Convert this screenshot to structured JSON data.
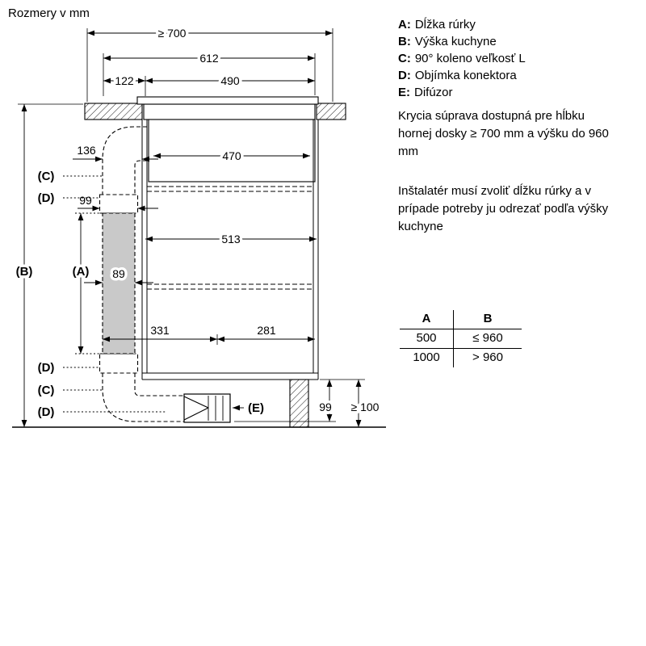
{
  "title": "Rozmery v mm",
  "legend": [
    {
      "key": "A:",
      "label": "Dĺžka rúrky"
    },
    {
      "key": "B:",
      "label": "Výška kuchyne"
    },
    {
      "key": "C:",
      "label": "90° koleno veľkosť L"
    },
    {
      "key": "D:",
      "label": "Objímka konektora"
    },
    {
      "key": "E:",
      "label": "Difúzor"
    }
  ],
  "notes": {
    "availability": "Krycia súprava dostupná pre hĺbku hornej dosky ≥ 700 mm a výšku do 960 mm",
    "installer": "Inštalatér musí zvoliť dĺžku rúrky a v prípade potreby ju odrezať podľa výšky kuchyne"
  },
  "table": {
    "headers": [
      "A",
      "B"
    ],
    "rows": [
      [
        "500",
        "≤ 960"
      ],
      [
        "1000",
        "> 960"
      ]
    ]
  },
  "diagram": {
    "dims": {
      "counter_depth": "≥ 700",
      "overall_width": "612",
      "duct_offset": "122",
      "hob_width": "490",
      "duct_to_cabinet": "136",
      "housing_width": "470",
      "connector_depth_top": "99",
      "cabinet_inner_width": "513",
      "duct_depth": "89",
      "outlet_left": "331",
      "outlet_right": "281",
      "outlet_height": "99",
      "plinth_min": "≥ 100"
    },
    "callouts": {
      "A": "(A)",
      "B": "(B)",
      "C": "(C)",
      "D": "(D)",
      "E": "(E)"
    },
    "colors": {
      "line": "#000000",
      "pipe_fill": "#c9c9c9"
    }
  }
}
